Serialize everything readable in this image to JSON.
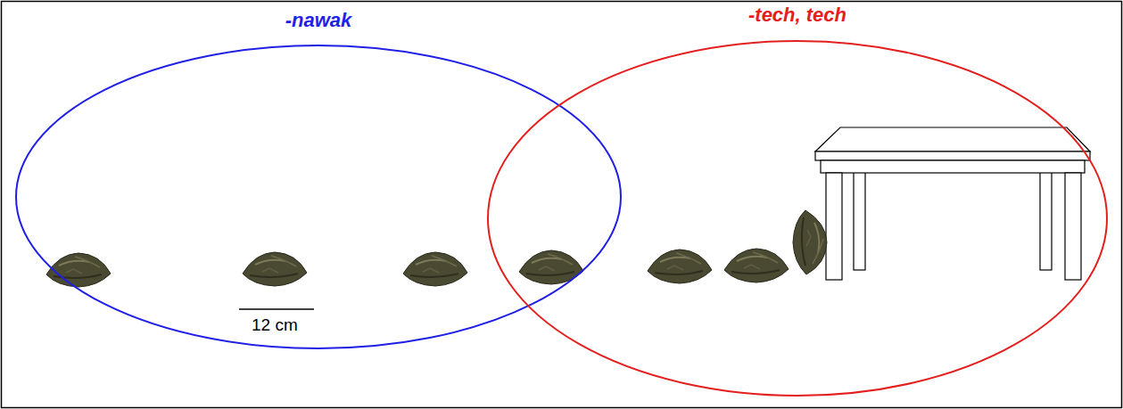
{
  "diagram": {
    "nodes": [
      {
        "text": [
          "-nawak"
        ]
      },
      {
        "text": [
          "-tech, tech"
        ]
      }
    ],
    "labels": [
      "12 cm"
    ]
  }
}
